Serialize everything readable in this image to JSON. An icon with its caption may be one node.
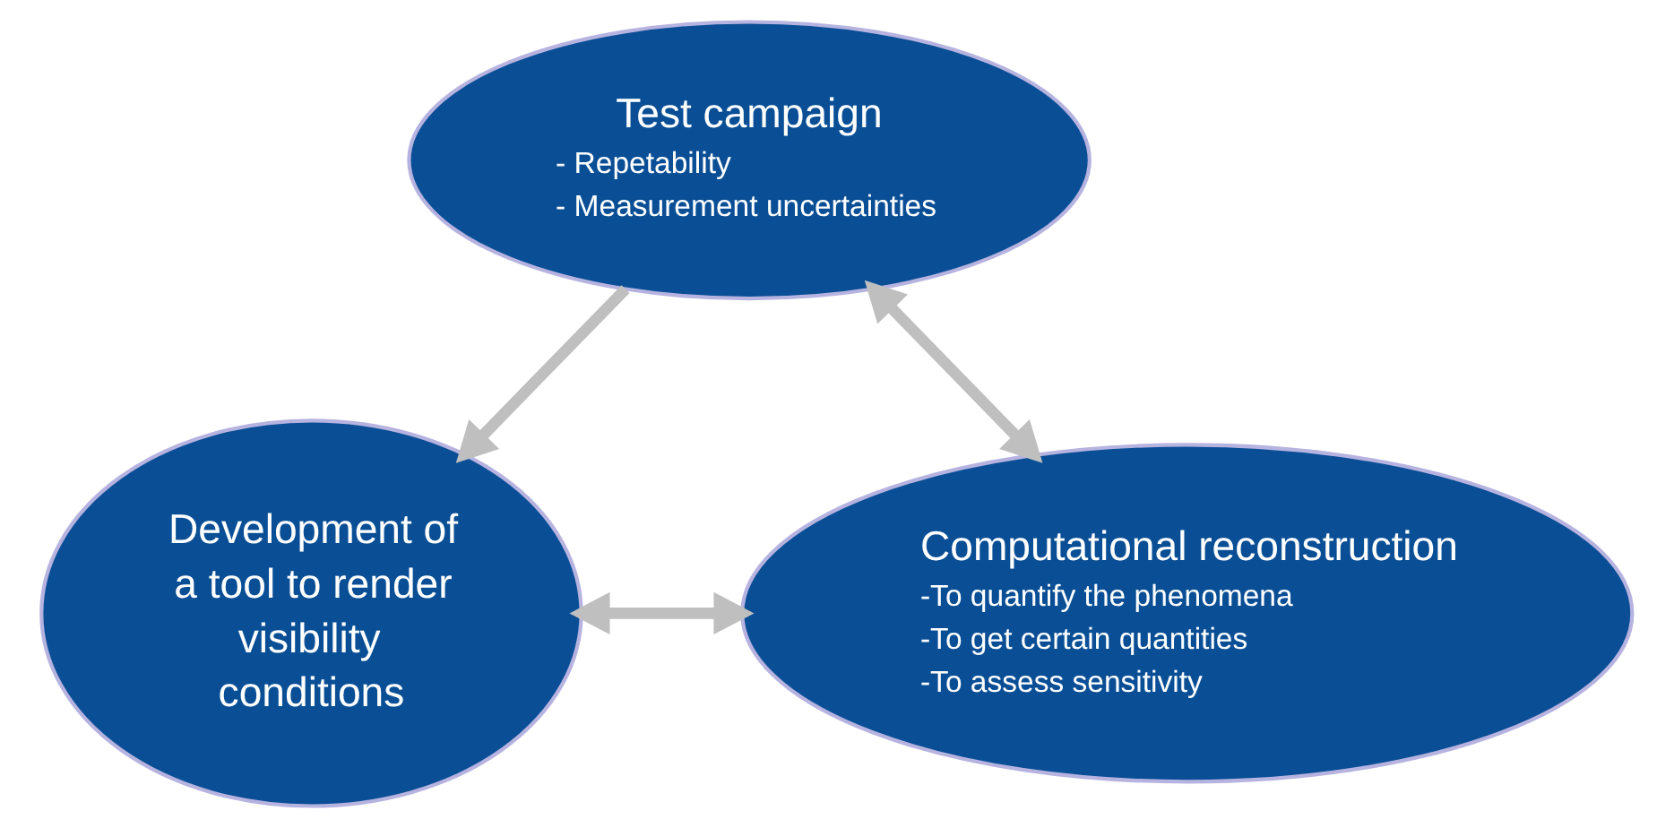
{
  "diagram": {
    "nodes": [
      {
        "text": [
          "Test campaign",
          "- Repetability",
          "- Measurement uncertainties"
        ]
      },
      {
        "text": [
          "Development of a tool to render visibility conditions"
        ]
      },
      {
        "text": [
          "Computational reconstruction",
          "-To quantify the phenomena",
          "-To get certain quantities",
          "-To assess sensitivity"
        ]
      }
    ],
    "edges": [
      {
        "from": 0,
        "to": 1,
        "arrow": "to"
      },
      {
        "from": 0,
        "to": 2,
        "arrow": "both"
      },
      {
        "from": 1,
        "to": 2,
        "arrow": "both"
      }
    ]
  }
}
